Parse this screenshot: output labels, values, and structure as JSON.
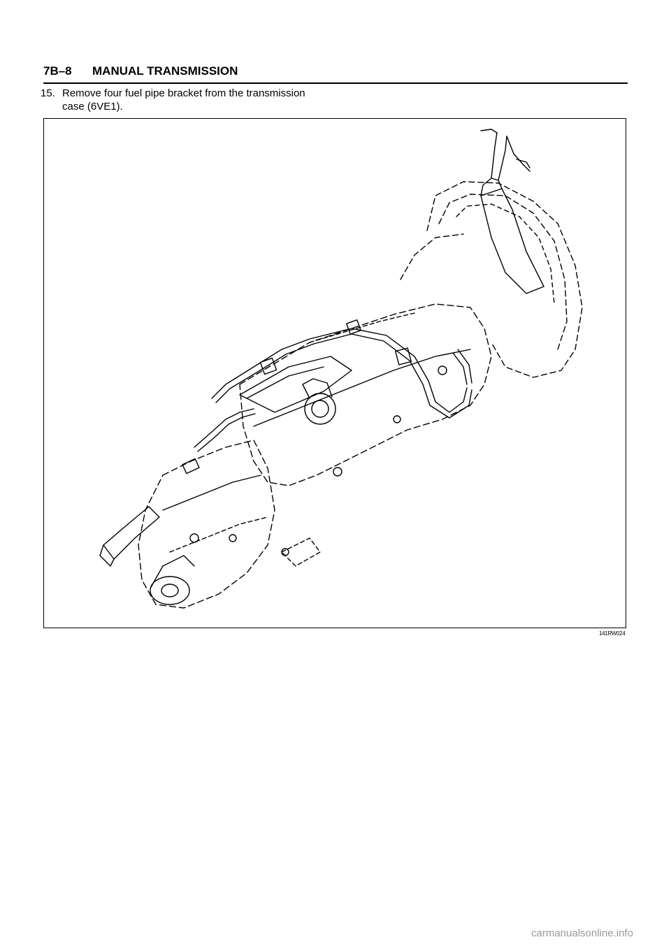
{
  "header": {
    "page_id": "7B–8",
    "section_title": "MANUAL TRANSMISSION"
  },
  "step": {
    "number": "15.",
    "line1": "Remove four fuel pipe bracket from the transmission",
    "line2": "case (6VE1)."
  },
  "figure": {
    "code": "141RW024"
  },
  "footer": {
    "watermark": "carmanualsonline.info"
  }
}
